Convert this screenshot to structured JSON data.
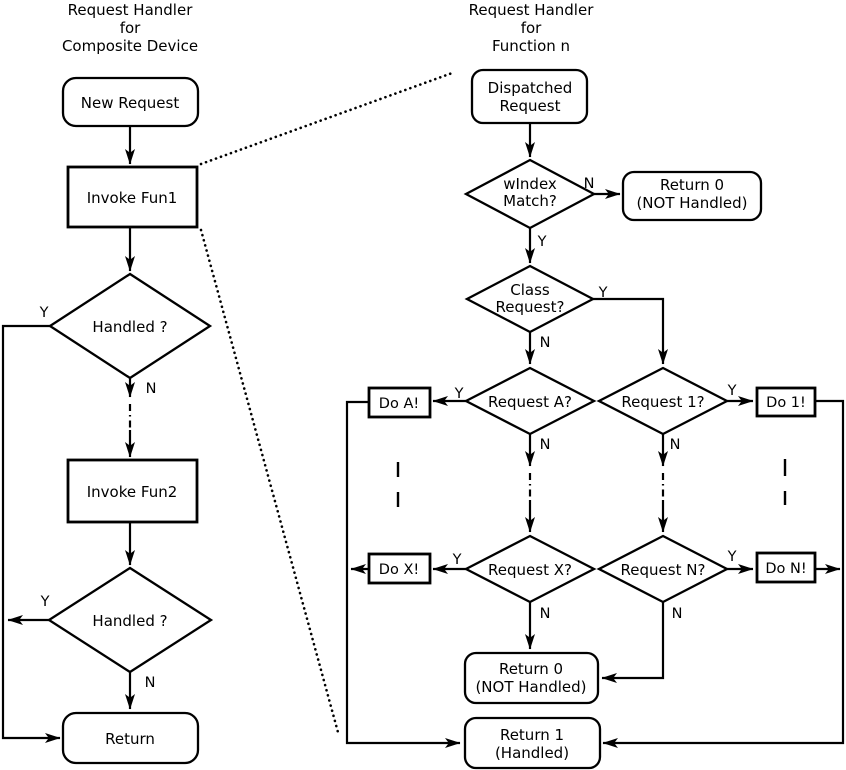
{
  "colors": {
    "ink": "#000000",
    "background": "#ffffff"
  },
  "labels": {
    "yes": "Y",
    "no": "N"
  },
  "left_chart": {
    "title_lines": [
      "Request Handler",
      "for",
      "Composite Device"
    ],
    "new_request": "New Request",
    "invoke_fun1": "Invoke Fun1",
    "handled_1": "Handled ?",
    "invoke_fun2": "Invoke Fun2",
    "handled_2": "Handled ?",
    "return": "Return"
  },
  "right_chart": {
    "title_lines": [
      "Request Handler",
      "for",
      "Function n"
    ],
    "dispatched_request_lines": [
      "Dispatched",
      "Request"
    ],
    "windex_match_lines": [
      "wIndex",
      "Match?"
    ],
    "return_0_top_lines": [
      "Return 0",
      "(NOT Handled)"
    ],
    "class_request_lines": [
      "Class",
      "Request?"
    ],
    "request_a": "Request A?",
    "request_1": "Request 1?",
    "do_a": "Do A!",
    "do_1": "Do 1!",
    "request_x": "Request X?",
    "request_n": "Request N?",
    "do_x": "Do X!",
    "do_n": "Do N!",
    "return_0_bottom_lines": [
      "Return 0",
      "(NOT Handled)"
    ],
    "return_1_lines": [
      "Return 1",
      "(Handled)"
    ]
  }
}
